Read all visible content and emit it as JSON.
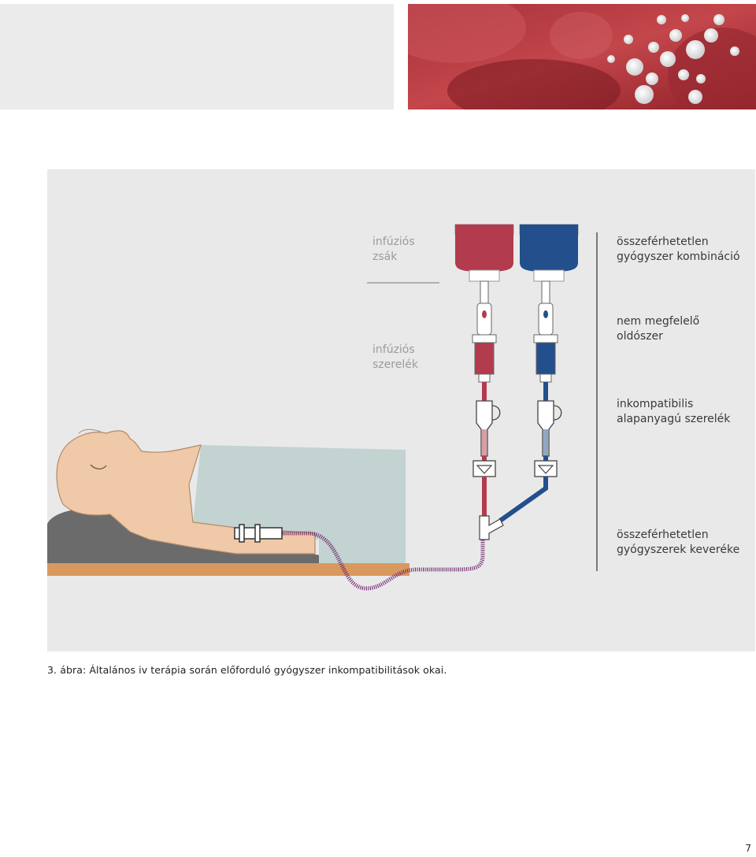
{
  "labels": {
    "bag_line1": "infúziós",
    "bag_line2": "zsák",
    "set_line1": "infúziós",
    "set_line2": "szerelék"
  },
  "reasons": [
    {
      "line1": "összeférhetetlen",
      "line2": "gyógyszer kombináció"
    },
    {
      "line1": "nem megfelelő",
      "line2": "oldószer"
    },
    {
      "line1": "inkompatibilis",
      "line2": "alapanyagú szerelék"
    },
    {
      "line1": "összeférhetetlen",
      "line2": "gyógyszerek keveréke"
    }
  ],
  "caption": "3. ábra: Általános iv terápia során előforduló gyógyszer inkompatibilitások okai.",
  "page_number": "7",
  "colors": {
    "red_fluid": "#b33b4e",
    "blue_fluid": "#234f8c",
    "mixed_line": "#6b1f66",
    "skin": "#efc9a8",
    "sheet": "#c2d3d1",
    "pillow": "#6b6b6b",
    "bed": "#d9995e"
  }
}
